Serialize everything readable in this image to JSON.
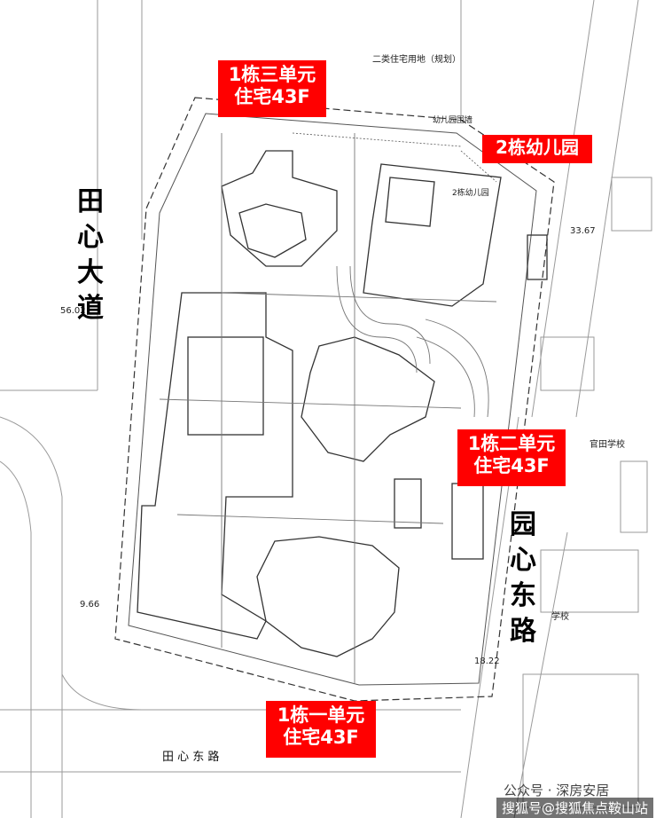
{
  "labels": {
    "b1u3": {
      "line1": "1栋三单元",
      "line2": "住宅43F"
    },
    "kinder": {
      "text": "2栋幼儿园"
    },
    "b1u2": {
      "line1": "1栋二单元",
      "line2": "住宅43F"
    },
    "b1u1": {
      "line1": "1栋一单元",
      "line2": "住宅43F"
    }
  },
  "roads": {
    "tianxin_avenue": [
      "田",
      "心",
      "大",
      "道"
    ],
    "yuanxin_east": [
      "园",
      "心",
      "东",
      "路"
    ],
    "tianxin_east_road": "田 心 东 路"
  },
  "map_text": {
    "residential_land": "二类住宅用地（规划）",
    "guantian_school": "官田学校",
    "school": "学校",
    "kindergarten_note": "幼儿园围墙",
    "kindergarten_block": "2栋幼儿园",
    "elev_56": "56.02",
    "elev_9": "9.66",
    "elev_33": "33.67",
    "elev_18": "18.22"
  },
  "watermark": {
    "line1": "公众号 · 深房安居",
    "line2": "搜狐号@搜狐焦点鞍山站"
  },
  "colors": {
    "label_bg": "#ff0000",
    "label_text": "#ffffff",
    "line": "#333333",
    "light_line": "#9a9a9a"
  }
}
